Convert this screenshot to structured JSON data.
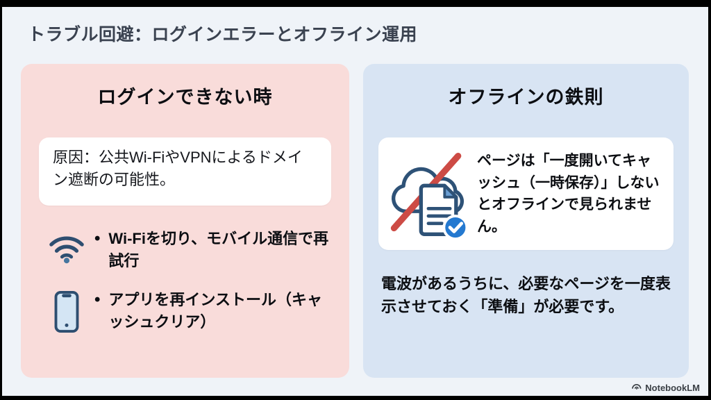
{
  "slide": {
    "title": "トラブル回避：ログインエラーとオフライン運用",
    "bullet_glyph": "•",
    "left_card": {
      "heading": "ログインできない時",
      "cause_text": "原因：公共Wi-FiやVPNによるドメイン遮断の可能性。",
      "bullets": [
        {
          "icon": "wifi-icon",
          "text": "Wi-Fiを切り、モバイル通信で再試行"
        },
        {
          "icon": "smartphone-icon",
          "text": "アプリを再インストール（キャッシュクリア）"
        }
      ]
    },
    "right_card": {
      "heading": "オフラインの鉄則",
      "info_icon": "cloud-offline-cached-document-icon",
      "info_text": "ページは「一度開いてキャッシュ（一時保存）」しないとオフラインで見られません。",
      "note": "電波があるうちに、必要なページを一度表示させておく「準備」が必要です。"
    },
    "footer": {
      "brand": "NotebookLM"
    }
  },
  "colors": {
    "slide_background": "#eff3f8",
    "left_card_background": "#f9dcda",
    "right_card_background": "#d8e4f3",
    "title_text": "#3a4250",
    "body_text": "#0c0e12",
    "icon_navy": "#2e4e70",
    "phone_fill": "#d4e5f4",
    "slash_red": "#cd4b45",
    "badge_blue": "#2479d0",
    "frame_black": "#000000"
  }
}
